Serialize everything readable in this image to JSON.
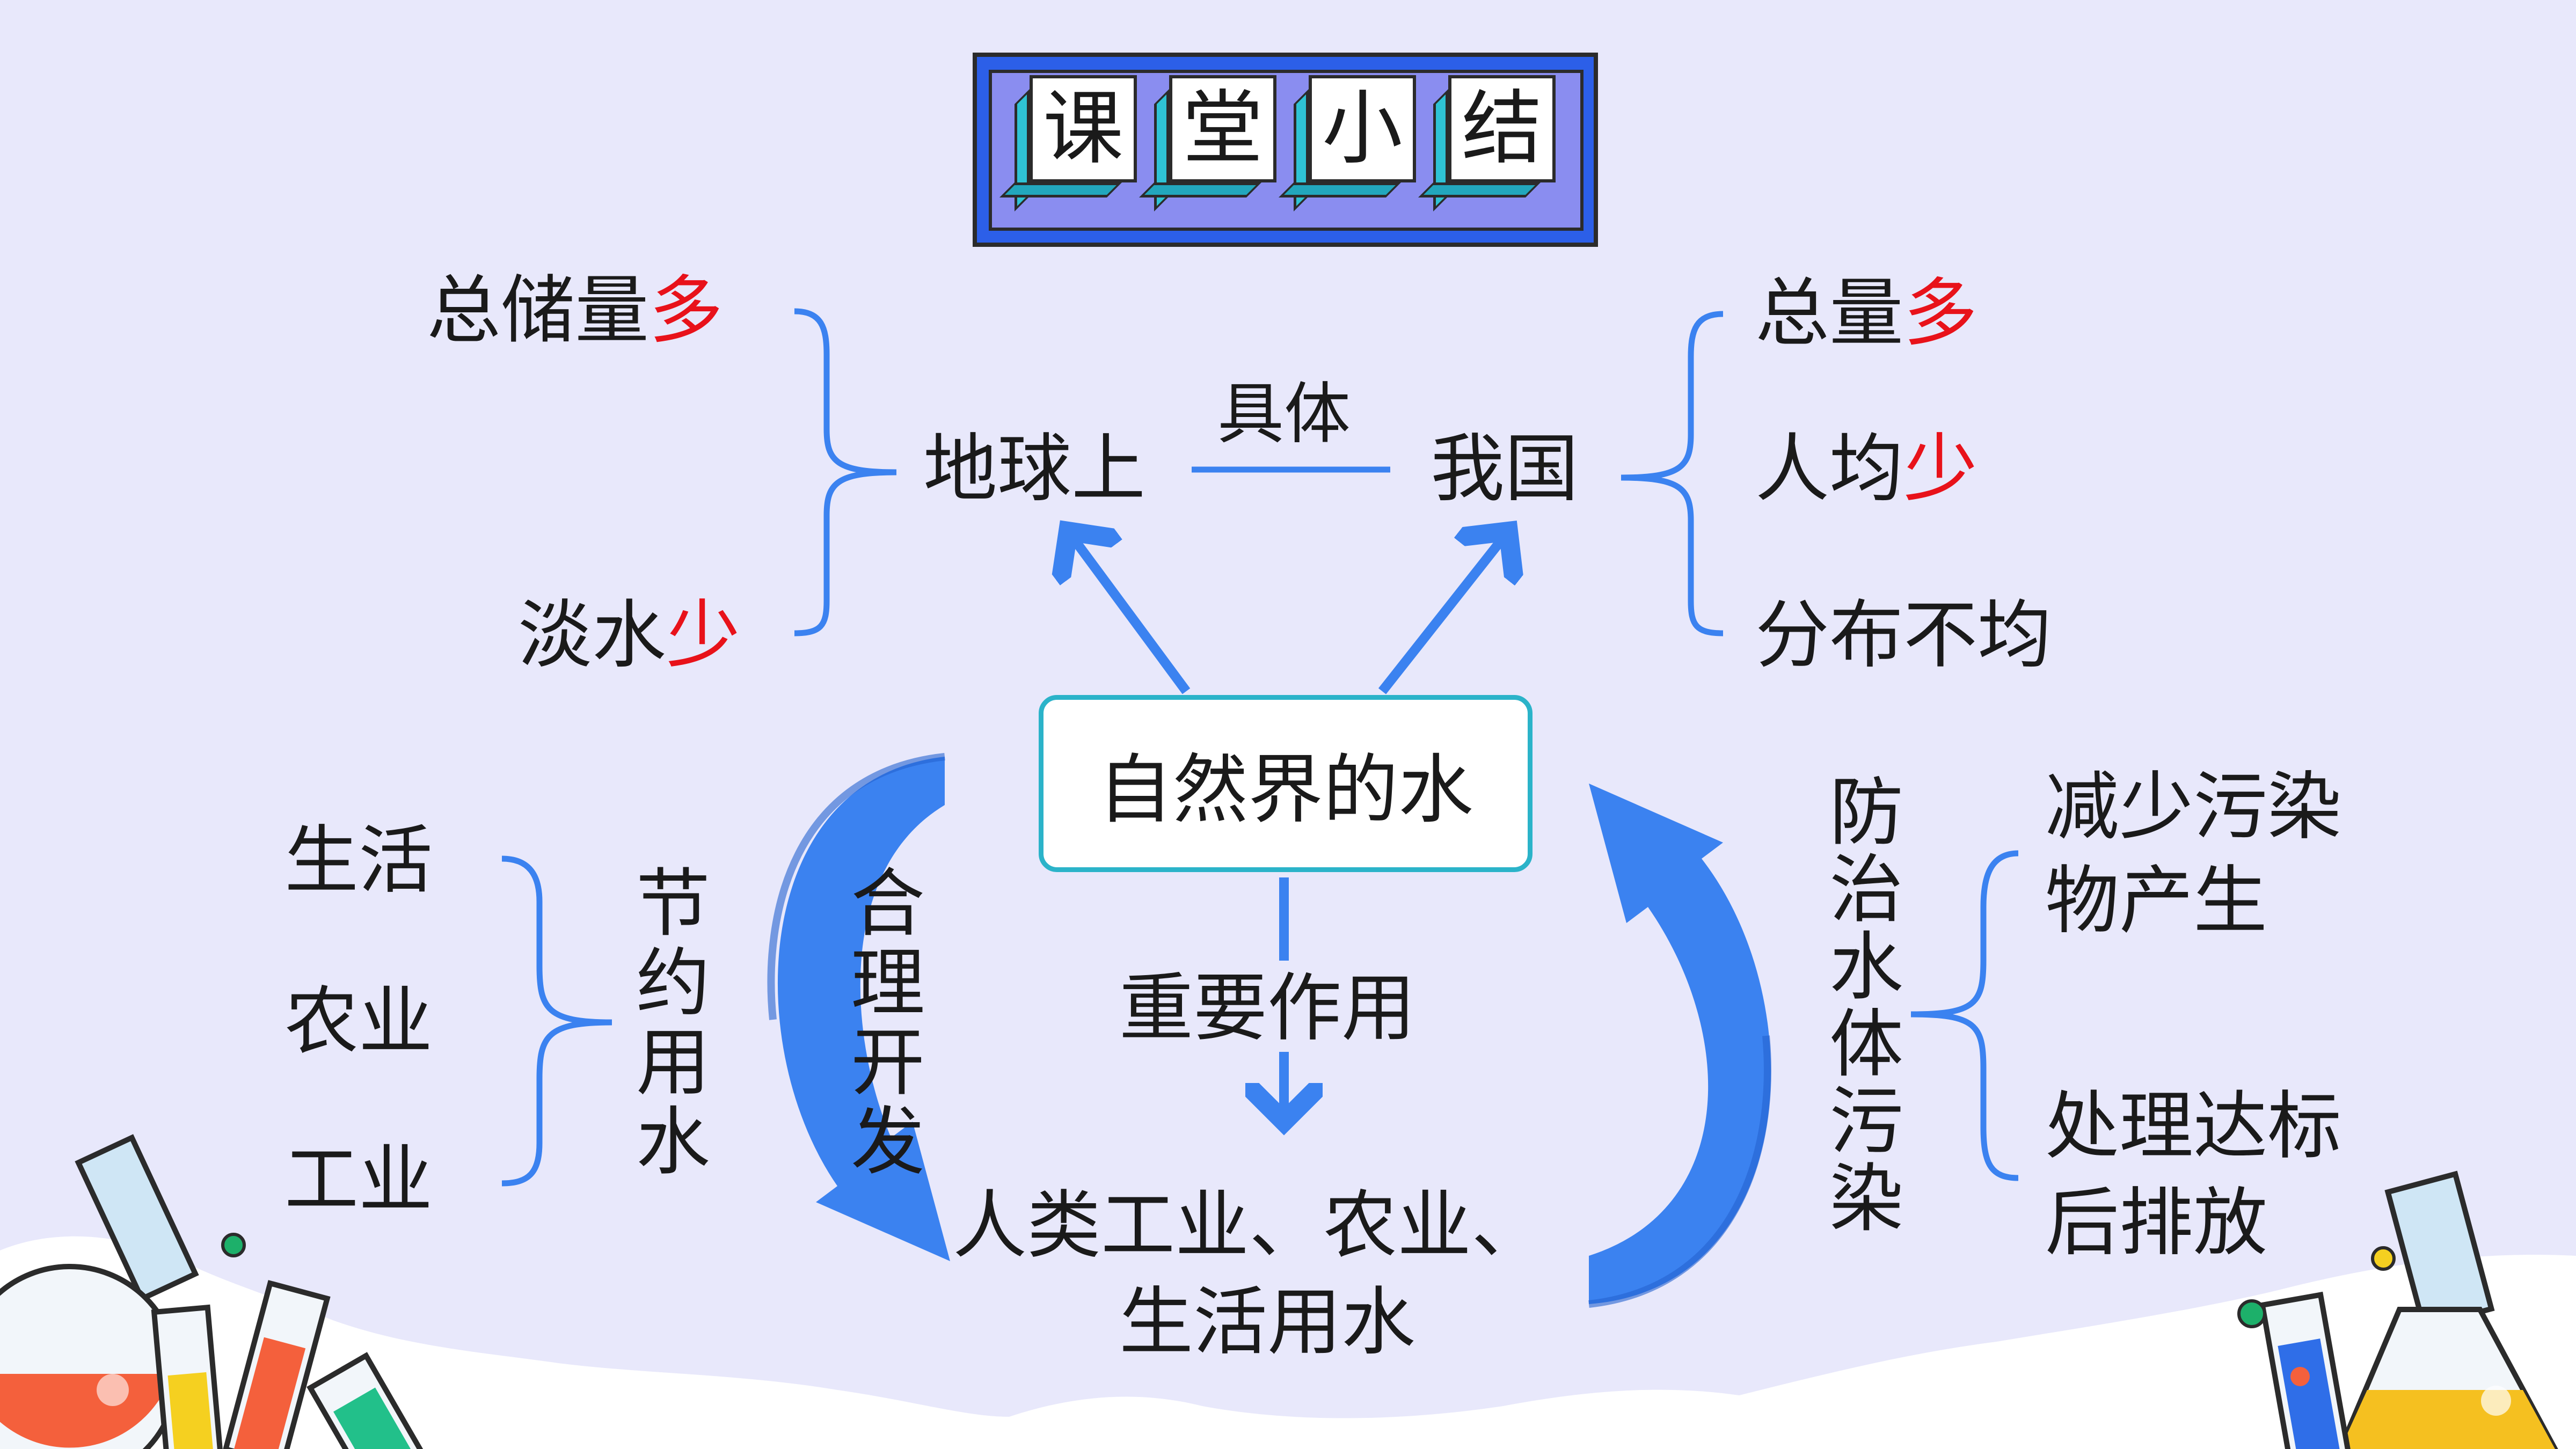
{
  "title": {
    "chars": [
      "课",
      "堂",
      "小",
      "结"
    ]
  },
  "center": "自然界的水",
  "earth": {
    "label": "地球上",
    "total": {
      "text": "总储量",
      "highlight": "多"
    },
    "fresh": {
      "text": "淡水",
      "highlight": "少"
    }
  },
  "link_label": "具体",
  "china": {
    "label": "我国",
    "total": {
      "text": "总量",
      "highlight": "多"
    },
    "per_capita": {
      "text": "人均",
      "highlight": "少"
    },
    "distribution": "分布不均"
  },
  "save": {
    "label": "节约用水",
    "items": [
      "生活",
      "农业",
      "工业"
    ]
  },
  "develop": "合理开发",
  "role": "重要作用",
  "usage": {
    "line1": "人类工业、农业、",
    "line2": "生活用水"
  },
  "prevent": {
    "label": "防治水体污染",
    "items": [
      {
        "line1": "减少污染",
        "line2": "物产生"
      },
      {
        "line1": "处理达标",
        "line2": "后排放"
      }
    ]
  },
  "colors": {
    "accent_blue": "#3b82f0",
    "highlight_red": "#e8121a",
    "box_border": "#2bb3c9",
    "title_blue": "#2c5fe8"
  }
}
